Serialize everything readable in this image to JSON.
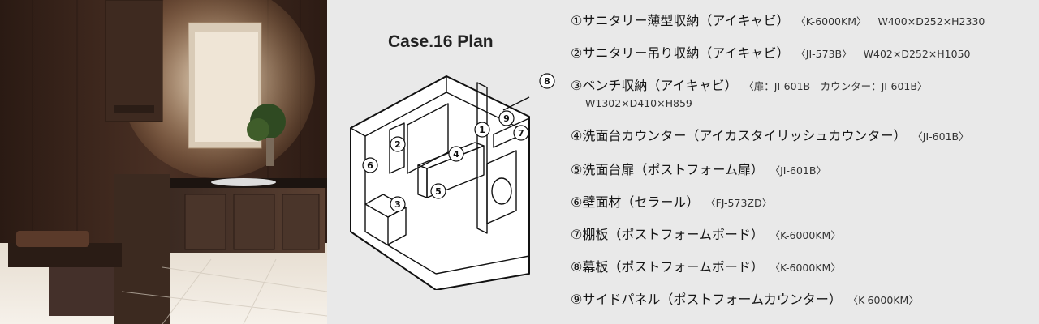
{
  "plan": {
    "title": "Case.16 Plan",
    "markers": [
      "1",
      "2",
      "3",
      "4",
      "5",
      "6",
      "7",
      "8",
      "9"
    ]
  },
  "legend": [
    {
      "num": "①",
      "name": "サニタリー薄型収納（アイキャビ）",
      "code": "〈K-6000KM〉",
      "dims": "W400×D252×H2330"
    },
    {
      "num": "②",
      "name": "サニタリー吊り収納（アイキャビ）",
      "code": "〈JI-573B〉",
      "dims": "W402×D252×H1050"
    },
    {
      "num": "③",
      "name": "ベンチ収納（アイキャビ）",
      "code": "〈扉：JI-601B　カウンター：JI-601B〉",
      "dims2": "W1302×D410×H859"
    },
    {
      "num": "④",
      "name": "洗面台カウンター（アイカスタイリッシュカウンター）",
      "code": "〈JI-601B〉"
    },
    {
      "num": "⑤",
      "name": "洗面台扉（ポストフォーム扉）",
      "code": "〈JI-601B〉"
    },
    {
      "num": "⑥",
      "name": "壁面材（セラール）",
      "code": "〈FJ-573ZD〉"
    },
    {
      "num": "⑦",
      "name": "棚板（ポストフォームボード）",
      "code": "〈K-6000KM〉"
    },
    {
      "num": "⑧",
      "name": "幕板（ポストフォームボード）",
      "code": "〈K-6000KM〉"
    },
    {
      "num": "⑨",
      "name": "サイドパネル（ポストフォームカウンター）",
      "code": "〈K-6000KM〉"
    }
  ]
}
